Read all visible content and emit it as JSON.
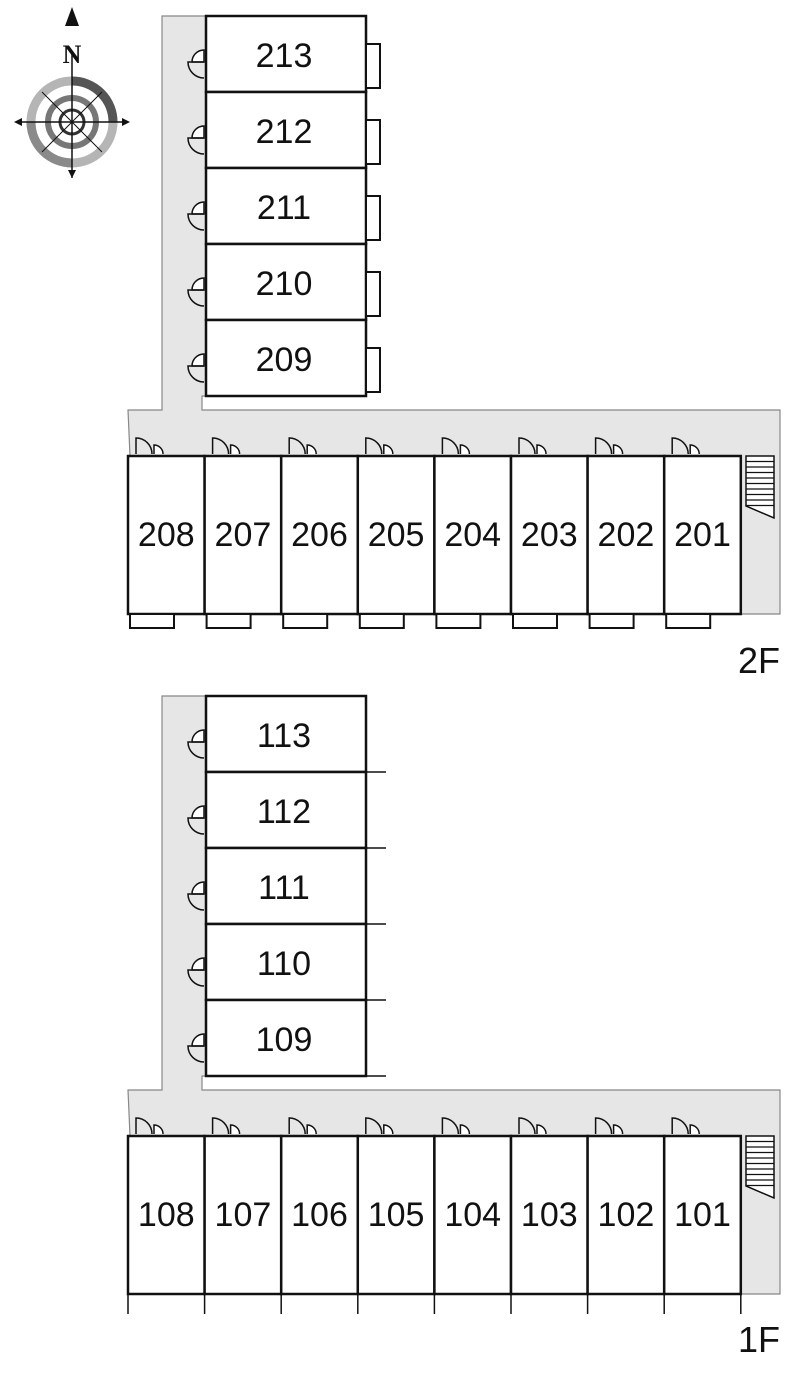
{
  "compass": {
    "north_label": "N",
    "icon": "compass-rose-icon"
  },
  "floors": [
    {
      "floor_label": "2F",
      "wing_units": [
        "213",
        "212",
        "211",
        "210",
        "209"
      ],
      "row_units": [
        "208",
        "207",
        "206",
        "205",
        "204",
        "203",
        "202",
        "201"
      ]
    },
    {
      "floor_label": "1F",
      "wing_units": [
        "113",
        "112",
        "111",
        "110",
        "109"
      ],
      "row_units": [
        "108",
        "107",
        "106",
        "105",
        "104",
        "103",
        "102",
        "101"
      ]
    }
  ],
  "colors": {
    "corridor": "#e6e6e6",
    "line": "#111111",
    "background": "#ffffff"
  }
}
